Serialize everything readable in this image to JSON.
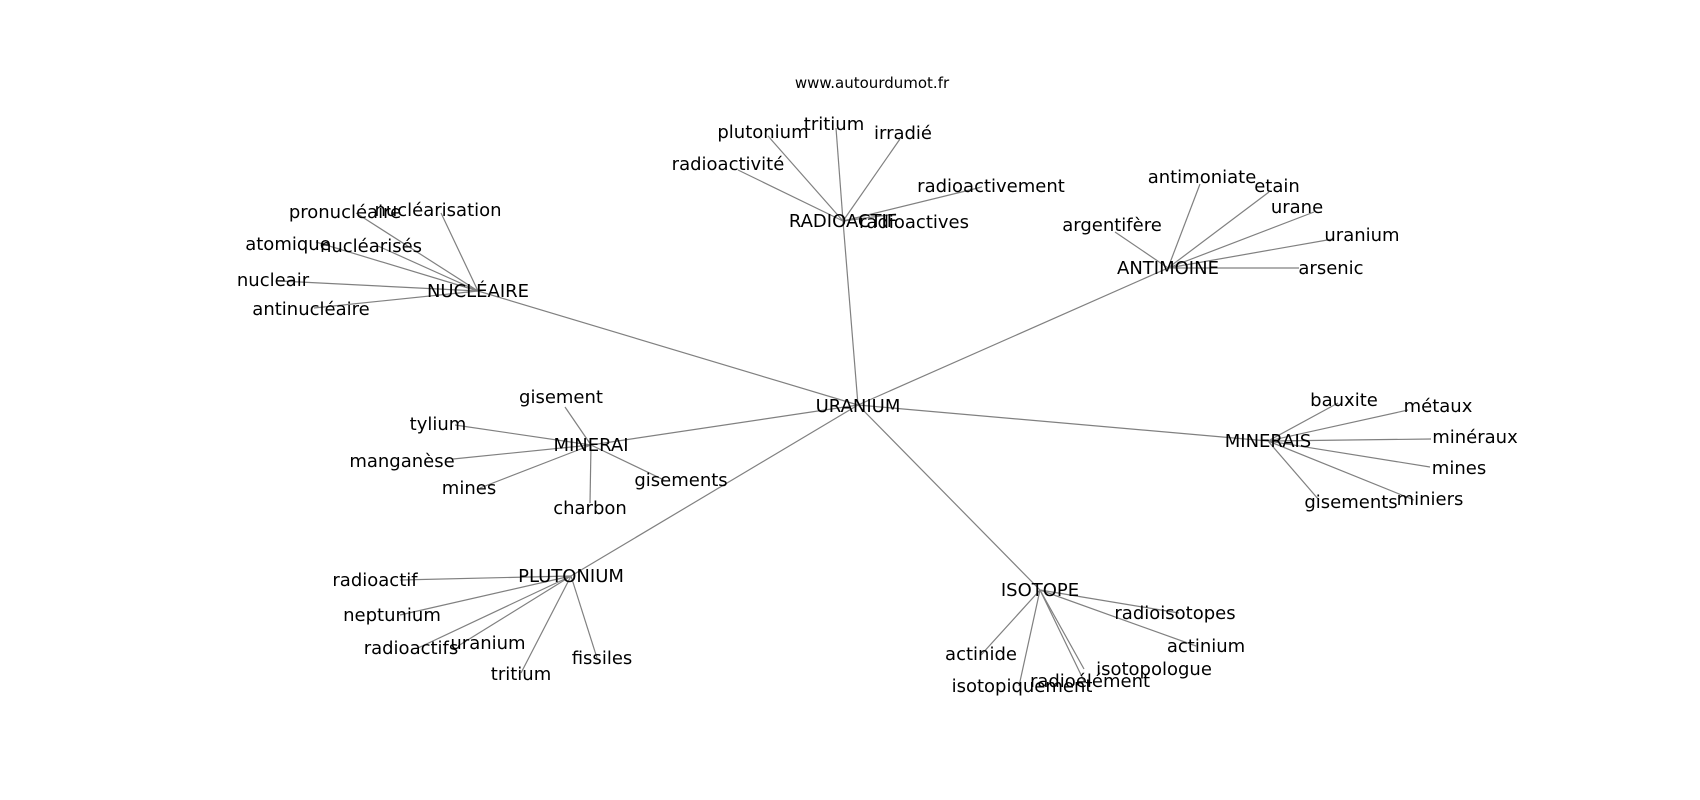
{
  "source": "www.autourdumot.fr",
  "root": "URANIUM",
  "hubs": [
    {
      "id": "nucleaire",
      "label": "NUCLÉAIRE",
      "leaves": [
        "pronucléaire",
        "nucléarisation",
        "atomique",
        "nucléarisés",
        "nucleair",
        "antinucléaire"
      ]
    },
    {
      "id": "radioactif",
      "label": "RADIOACTIF",
      "leaves": [
        "tritium",
        "plutonium",
        "irradié",
        "radioactivité",
        "radioactivement",
        "radioactives"
      ]
    },
    {
      "id": "antimoine",
      "label": "ANTIMOINE",
      "leaves": [
        "antimoniate",
        "etain",
        "urane",
        "argentifère",
        "uranium",
        "arsenic"
      ]
    },
    {
      "id": "minerai",
      "label": "MINERAI",
      "leaves": [
        "gisement",
        "tylium",
        "manganèse",
        "mines",
        "gisements",
        "charbon"
      ]
    },
    {
      "id": "minerais",
      "label": "MINERAIS",
      "leaves": [
        "bauxite",
        "métaux",
        "minéraux",
        "mines",
        "gisements",
        "miniers"
      ]
    },
    {
      "id": "plutonium",
      "label": "PLUTONIUM",
      "leaves": [
        "radioactif",
        "neptunium",
        "radioactifs",
        "uranium",
        "tritium",
        "fissiles"
      ]
    },
    {
      "id": "isotope",
      "label": "ISOTOPE",
      "leaves": [
        "radioisotopes",
        "actinium",
        "actinide",
        "isotopologue",
        "radioélément",
        "isotopiquement"
      ]
    }
  ]
}
